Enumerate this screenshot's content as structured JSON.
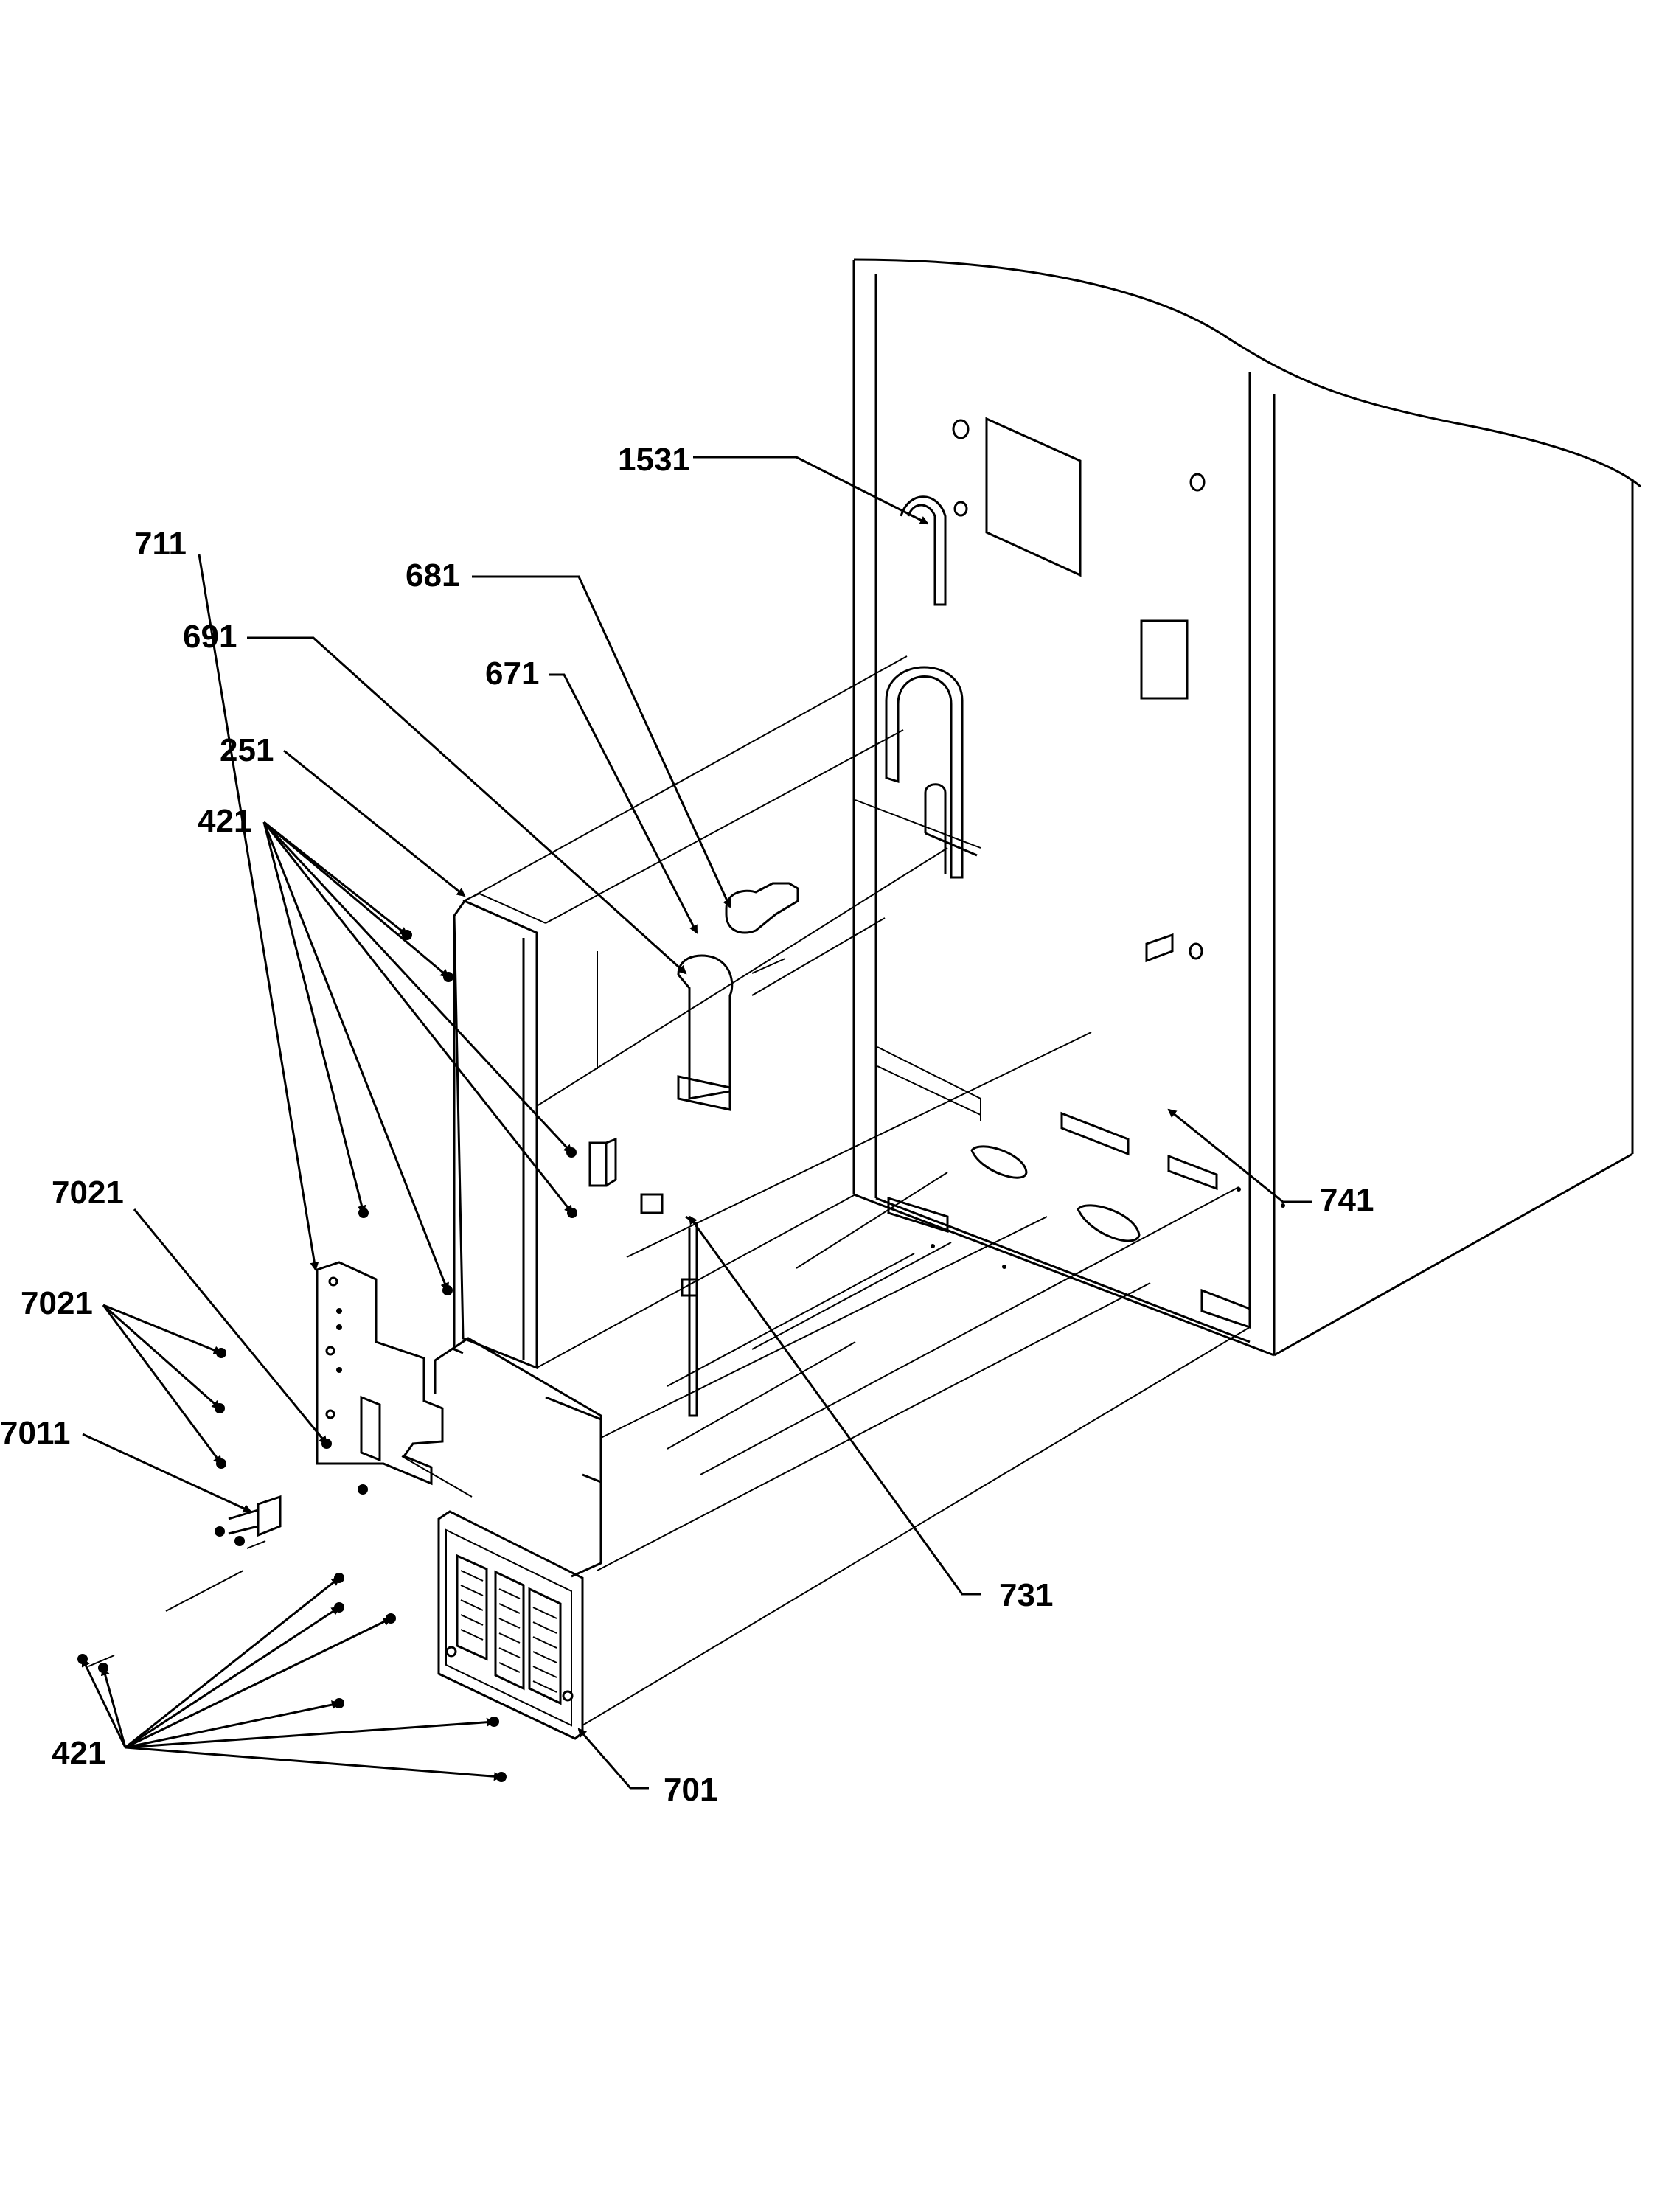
{
  "labels": {
    "l1531": "1531",
    "l681": "681",
    "l691": "691",
    "l671": "671",
    "l251": "251",
    "l421_top": "421",
    "l711": "711",
    "l7021_a": "7021",
    "l7021_b": "7021",
    "l7011": "7011",
    "l421_bottom": "421",
    "l741": "741",
    "l731": "731",
    "l701": "701"
  }
}
